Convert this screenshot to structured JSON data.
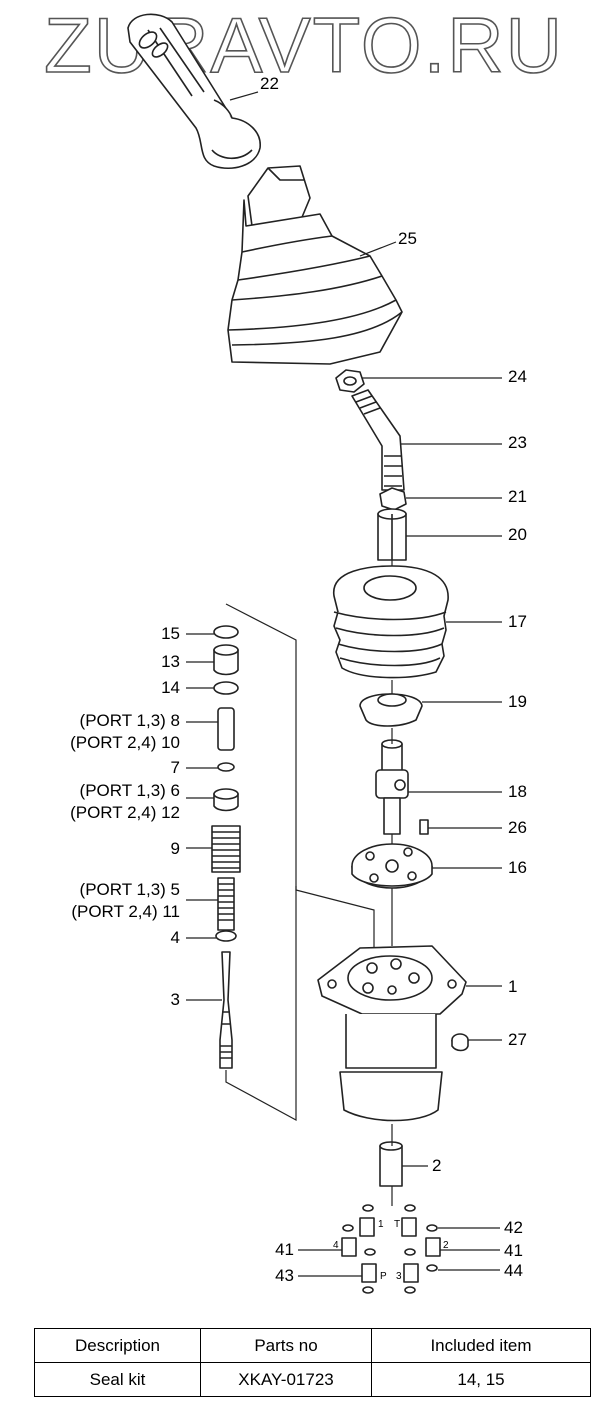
{
  "watermark": "ZURAVTO.RU",
  "callouts": {
    "c22": "22",
    "c25": "25",
    "c24": "24",
    "c23": "23",
    "c21": "21",
    "c20": "20",
    "c17": "17",
    "c19": "19",
    "c18": "18",
    "c26": "26",
    "c16": "16",
    "c1": "1",
    "c27": "27",
    "c2": "2",
    "c15": "15",
    "c13": "13",
    "c14": "14",
    "c8": "(PORT 1,3)  8",
    "c10": "(PORT 2,4) 10",
    "c7": "7",
    "c6": "(PORT 1,3)  6",
    "c12": "(PORT 2,4) 12",
    "c9": "9",
    "c5": "(PORT 1,3)  5",
    "c11": "(PORT 2,4) 11",
    "c4": "4",
    "c3": "3",
    "c42": "42",
    "c41a": "41",
    "c41b": "41",
    "c43": "43",
    "c44": "44"
  },
  "port_marks": {
    "p1": "1",
    "pT": "T",
    "p4": "4",
    "p2": "2",
    "pP": "P",
    "p3": "3"
  },
  "table": {
    "headers": [
      "Description",
      "Parts no",
      "Included item"
    ],
    "rows": [
      [
        "Seal kit",
        "XKAY-01723",
        "14, 15"
      ]
    ]
  }
}
